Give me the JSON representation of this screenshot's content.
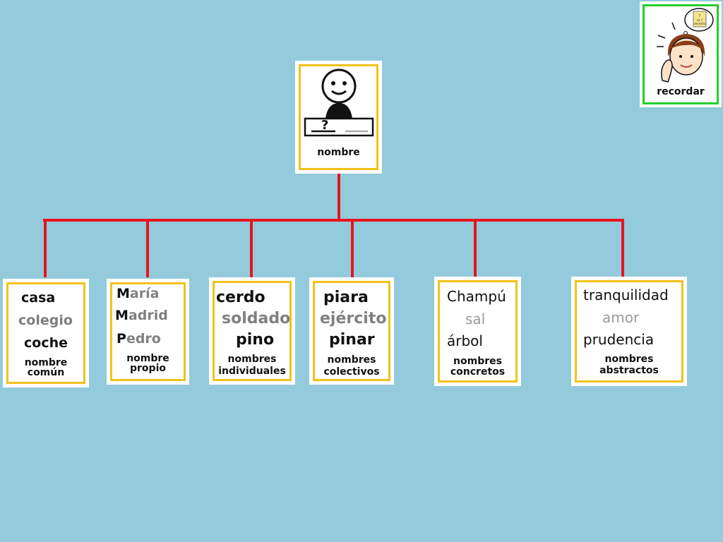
{
  "root": {
    "caption": "nombre",
    "pictogram": "person-with-name-blank-icon",
    "blank_mark": "?"
  },
  "remember": {
    "label": "recordar",
    "pictogram": "thinking-girl-icon",
    "note_text": "?\nes ?\nnecesito"
  },
  "colors": {
    "background": "#94cbdc",
    "connector": "#e8141e",
    "card_border": "#f2c21b",
    "remember_border": "#22d02a",
    "gray_word": "#808080"
  },
  "branches": [
    {
      "words": [
        "casa",
        "colegio",
        "coche"
      ],
      "caption": [
        "nombre",
        "común"
      ]
    },
    {
      "words": [
        {
          "first": "M",
          "rest": "aría"
        },
        {
          "first": "M",
          "rest": "adrid"
        },
        {
          "first": "P",
          "rest": "edro"
        }
      ],
      "caption": [
        "nombre",
        "propio"
      ]
    },
    {
      "words": [
        "cerdo",
        "soldado",
        "pino"
      ],
      "caption": [
        "nombres",
        "individuales"
      ]
    },
    {
      "words": [
        "piara",
        "ejército",
        "pinar"
      ],
      "caption": [
        "nombres",
        "colectivos"
      ]
    },
    {
      "words": [
        "Champú",
        "sal",
        "árbol"
      ],
      "caption": [
        "nombres",
        "concretos"
      ]
    },
    {
      "words": [
        "tranquilidad",
        "amor",
        "prudencia"
      ],
      "caption": [
        "nombres",
        "abstractos"
      ]
    }
  ]
}
